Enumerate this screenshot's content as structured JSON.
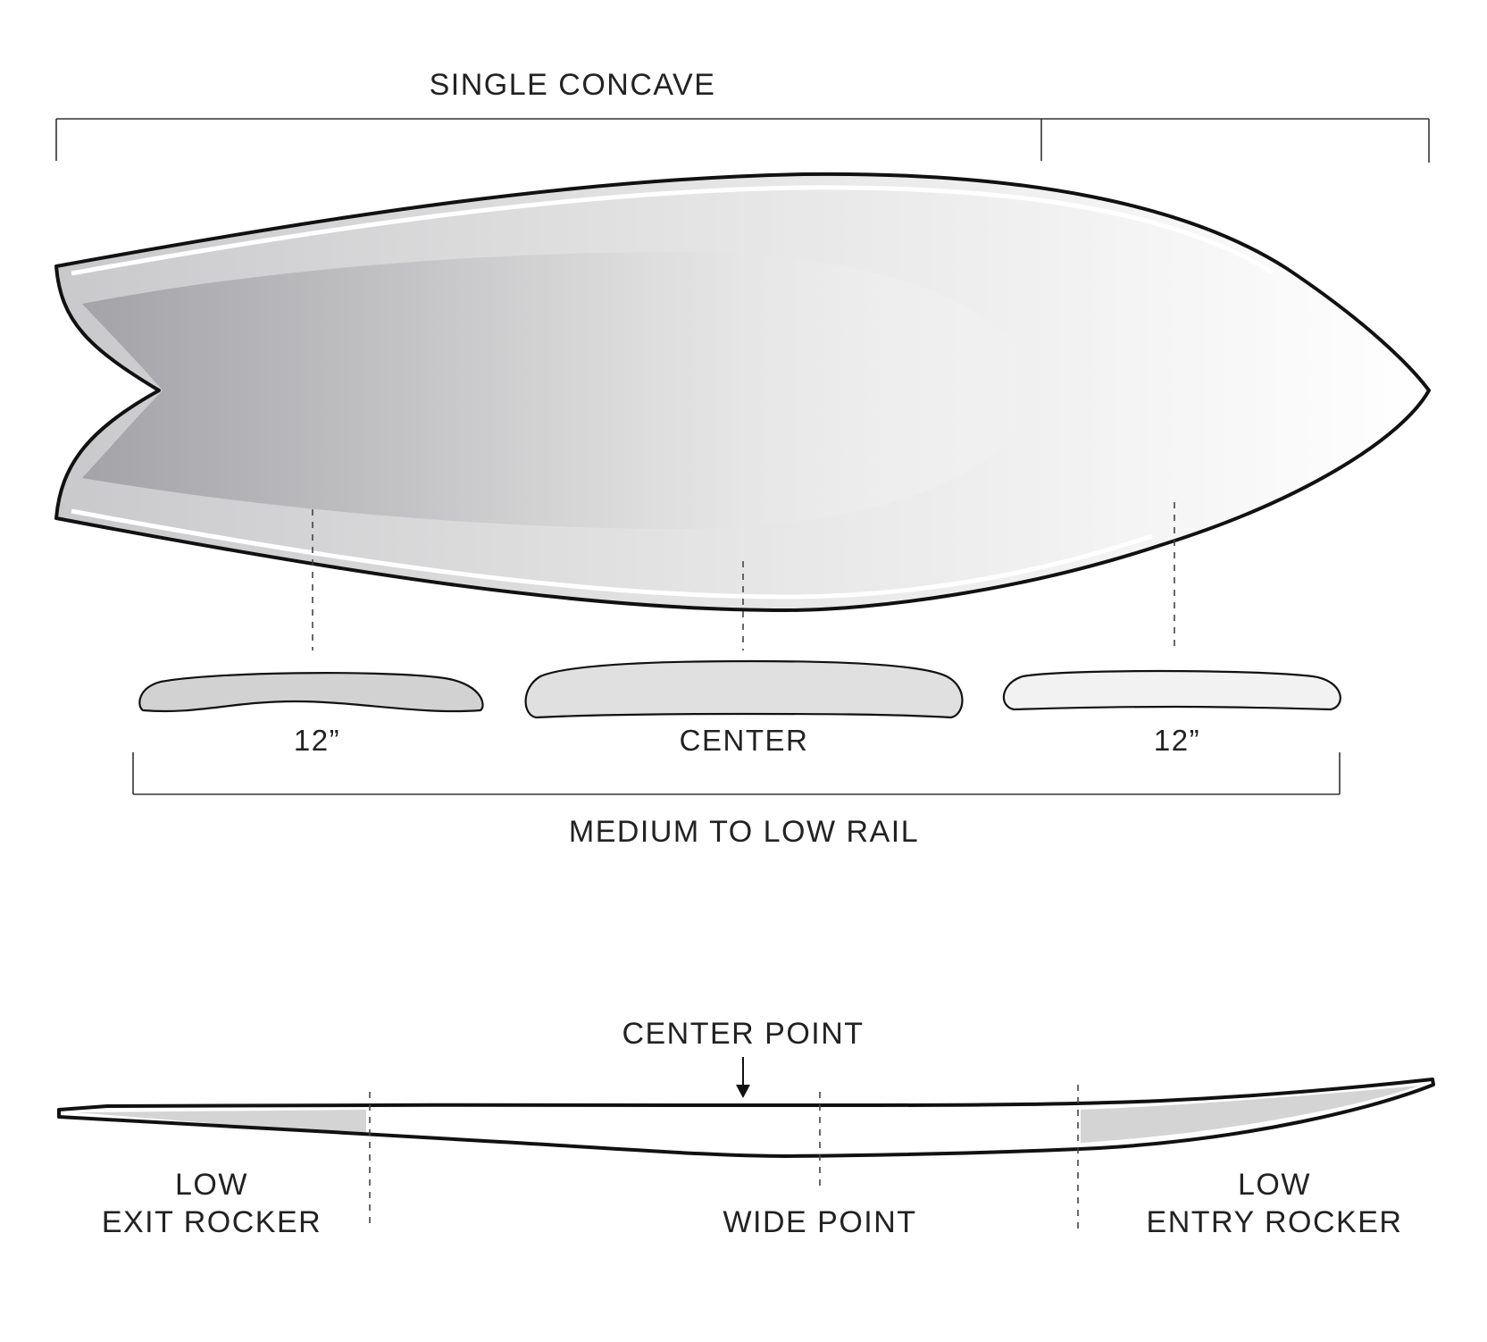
{
  "labels": {
    "single_concave": "SINGLE CONCAVE",
    "rail_left": "12”",
    "rail_center": "CENTER",
    "rail_right": "12”",
    "medium_to_low_rail": "MEDIUM TO LOW RAIL",
    "center_point": "CENTER POINT",
    "exit_rocker_line1": "LOW",
    "exit_rocker_line2": "EXIT ROCKER",
    "wide_point": "WIDE POINT",
    "entry_rocker_line1": "LOW",
    "entry_rocker_line2": "ENTRY ROCKER"
  },
  "colors": {
    "outline": "#111111",
    "concave_dark": "#a9a9ad",
    "board_light": "#f4f4f4",
    "rail_fill_left": "#d2d2d2",
    "rail_fill_center": "#e0e0e0",
    "rail_fill_right": "#f2f2f2",
    "rocker_fill": "#d4d4d4"
  }
}
